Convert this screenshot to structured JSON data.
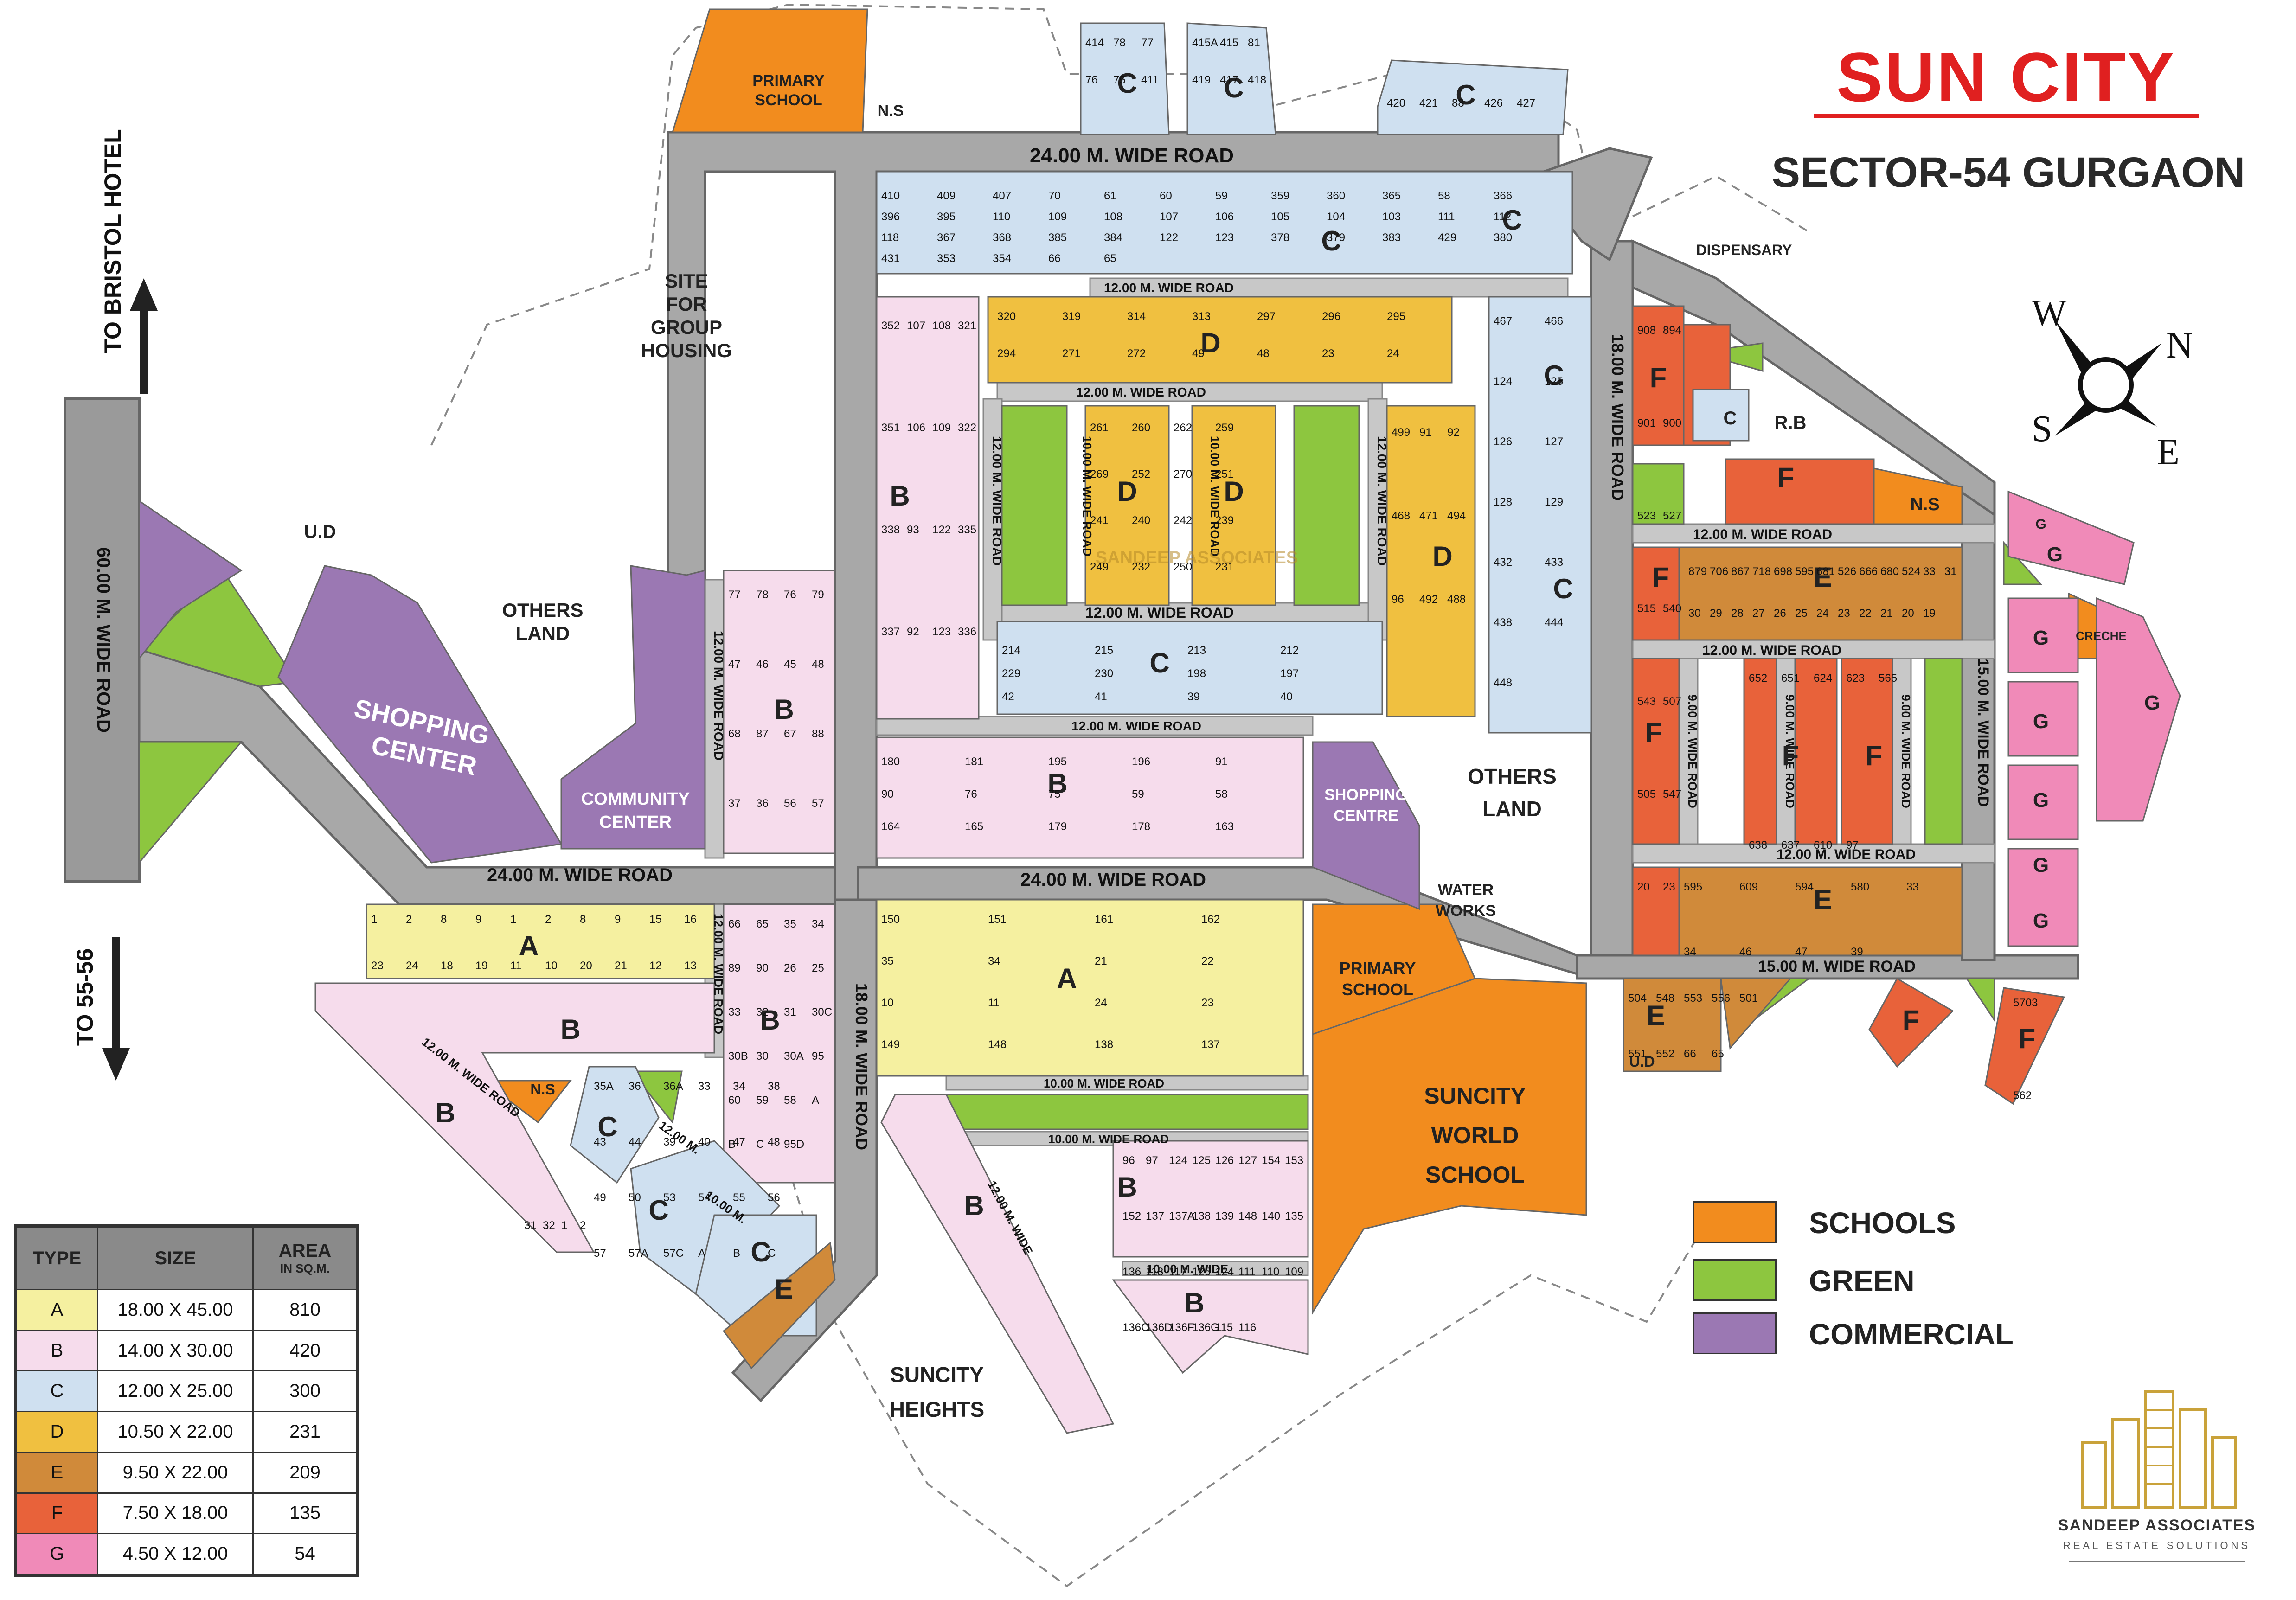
{
  "header": {
    "title": "SUN CITY",
    "subtitle": "SECTOR-54 GURGAON"
  },
  "colors": {
    "road": "#aaaaaa",
    "road_edge": "#6e6e6e",
    "school": "#f28c1e",
    "green": "#8dc63f",
    "commercial": "#9b78b3",
    "plot_A": "#f5f0a0",
    "plot_B": "#f6dcec",
    "plot_C": "#cfe0f0",
    "plot_D": "#f0c040",
    "plot_E": "#d08a3a",
    "plot_F": "#e8623a",
    "plot_G": "#f08ab8"
  },
  "compass": {
    "w": "W",
    "n": "N",
    "s": "S",
    "e": "E"
  },
  "roads": {
    "r60": "60.00 M. WIDE ROAD",
    "r24_top": "24.00 M. WIDE ROAD",
    "r24_mid_left": "24.00 M. WIDE ROAD",
    "r24_mid_right": "24.00 M. WIDE ROAD",
    "r18_right": "18.00 M. WIDE ROAD",
    "r18_left": "18.00 M. WIDE ROAD",
    "r15_bottom": "15.00 M. WIDE ROAD",
    "r15_right": "15.00 M. WIDE ROAD",
    "r12_labels": [
      "12.00 M. WIDE ROAD",
      "12.00 M. WIDE ROAD",
      "12.00 M. WIDE ROAD",
      "12.00 M. WIDE ROAD",
      "12.00 M. WIDE ROAD",
      "12.00 M. WIDE ROAD",
      "12.00 M. WIDE ROAD",
      "12.00 M. WIDE ROAD",
      "12.00 M. WIDE ROAD",
      "12.00 M. WIDE ROAD",
      "12.00 M. WIDE ROAD"
    ],
    "r12_short": "12.00 M.",
    "r12_wide": "12.00 M. WIDE",
    "r10_labels": [
      "10.00 M. WIDE ROAD",
      "10.00 M. WIDE ROAD",
      "10.00 M. WIDE ROAD",
      "10.00 M. WIDE ROAD"
    ],
    "r10_short": "10.00 M.",
    "r10_wide": "10.00 M. WIDE",
    "r9_labels": [
      "9.00 M. WIDE ROAD",
      "9.00 M. WIDE ROAD",
      "9.00 M. WIDE ROAD"
    ]
  },
  "directions": {
    "to_bristol": "TO BRISTOL HOTEL",
    "to_55_56": "TO 55-56"
  },
  "areas": {
    "site_group": "SITE FOR GROUP HOUSING",
    "ud_top": "U.D",
    "others_land_left": "OTHERS LAND",
    "others_land_right": "OTHERS LAND",
    "shopping_center": "SHOPPING CENTER",
    "community_center": "COMMUNITY CENTER",
    "shopping_centre": "SHOPPING CENTRE",
    "water_works": "WATER WORKS",
    "primary_school_top": "PRIMARY SCHOOL",
    "ns_top": "N.S",
    "primary_school_mid": "PRIMARY SCHOOL",
    "suncity_world_school": "SUNCITY WORLD SCHOOL",
    "suncity_heights": "SUNCITY HEIGHTS",
    "dispensary": "DISPENSARY",
    "rb": "R.B",
    "ns_right": "N.S",
    "creche": "CRECHE",
    "ns_left": "N.S",
    "ud_bottom": "U.D",
    "watermark": "SANDEEP ASSOCIATES"
  },
  "block_letters": {
    "c_top1": "C",
    "c_top2": "C",
    "c_top3": "C",
    "c_row": "C",
    "c_right_top": "C",
    "c_right": "C",
    "c_right2": "C",
    "b_left": "B",
    "b_mid": "B",
    "b_center": "B",
    "d_top": "D",
    "d_mid1": "D",
    "d_mid2": "D",
    "d_right": "D",
    "c_center": "C",
    "f_1": "F",
    "c_small": "C",
    "f_2": "F",
    "f_3": "F",
    "e_1": "E",
    "f_4": "F",
    "f_5": "F",
    "f_6": "F",
    "e_2": "E",
    "g_letters": [
      "G",
      "G",
      "G",
      "G",
      "G",
      "G",
      "G",
      "G"
    ],
    "a_left": "A",
    "a_right": "A",
    "b_lower1": "B",
    "b_lower2": "B",
    "b_lower3": "B",
    "b_lower4": "B",
    "b_lower5": "B",
    "b_lower6": "B",
    "c_lower1": "C",
    "c_lower2": "C",
    "c_lower3": "C",
    "e_lower": "E",
    "e_bottom": "E",
    "f_bottom1": "F",
    "f_bottom2": "F"
  },
  "plot_numbers": {
    "top_c1": [
      "414",
      "78",
      "77",
      "76",
      "75",
      "411"
    ],
    "top_c2": [
      "415A",
      "415",
      "81",
      "419",
      "417",
      "418"
    ],
    "top_c3": [
      "420",
      "421",
      "88",
      "426",
      "427"
    ],
    "row_top": [
      "410",
      "409",
      "407",
      "70",
      "61",
      "60",
      "59",
      "359",
      "360",
      "365",
      "58",
      "366",
      "396",
      "395",
      "110",
      "109",
      "108",
      "107",
      "106",
      "105",
      "104",
      "103",
      "111",
      "112",
      "118",
      "367",
      "368",
      "385",
      "384",
      "122",
      "123",
      "378",
      "379",
      "383",
      "429",
      "380",
      "431",
      "353",
      "354",
      "66",
      "65"
    ],
    "b_col": [
      "352",
      "107",
      "108",
      "321",
      "351",
      "106",
      "109",
      "322",
      "338",
      "93",
      "122",
      "335",
      "337",
      "92",
      "123",
      "336"
    ],
    "d_top": [
      "320",
      "319",
      "314",
      "313",
      "297",
      "296",
      "295",
      "294",
      "271",
      "272",
      "49",
      "48",
      "23",
      "24"
    ],
    "d_mid": [
      "261",
      "260",
      "262",
      "259",
      "269",
      "252",
      "270",
      "251",
      "241",
      "240",
      "242",
      "239",
      "249",
      "232",
      "250",
      "231"
    ],
    "d_right": [
      "499",
      "91",
      "92",
      "468",
      "471",
      "494",
      "96",
      "492",
      "488"
    ],
    "c_row_mid": [
      "214",
      "215",
      "213",
      "212",
      "229",
      "230",
      "198",
      "197",
      "42",
      "41",
      "39",
      "40"
    ],
    "c_right": [
      "467",
      "466",
      "124",
      "125",
      "126",
      "127",
      "128",
      "129",
      "432",
      "433",
      "438",
      "444",
      "448"
    ],
    "b_right_col": [
      "77",
      "78",
      "76",
      "79",
      "47",
      "46",
      "45",
      "48",
      "68",
      "87",
      "67",
      "88",
      "37",
      "36",
      "56",
      "57"
    ],
    "b_center": [
      "180",
      "181",
      "195",
      "196",
      "91",
      "90",
      "76",
      "75",
      "59",
      "58",
      "164",
      "165",
      "179",
      "178",
      "163"
    ],
    "f_col": [
      "908",
      "894",
      "901",
      "900",
      "523",
      "527",
      "515",
      "540",
      "543",
      "507",
      "505",
      "547",
      "20",
      "23"
    ],
    "f_row": [
      "879",
      "706",
      "867",
      "718",
      "698",
      "595",
      "681",
      "526",
      "666",
      "680",
      "524",
      "33",
      "31",
      "30",
      "29",
      "28",
      "27",
      "26",
      "25",
      "24",
      "23",
      "22",
      "21",
      "20",
      "19"
    ],
    "f_grid": [
      "652",
      "651",
      "624",
      "623",
      "565",
      "638",
      "637",
      "610",
      "97"
    ],
    "e_bottom": [
      "595",
      "609",
      "594",
      "580",
      "33",
      "34",
      "46",
      "47",
      "39"
    ],
    "a_left": [
      "1",
      "2",
      "8",
      "9",
      "1",
      "2",
      "8",
      "9",
      "15",
      "16",
      "23",
      "24",
      "18",
      "19",
      "11",
      "10",
      "20",
      "21",
      "12",
      "13"
    ],
    "a_right": [
      "150",
      "151",
      "161",
      "162",
      "35",
      "34",
      "21",
      "22",
      "10",
      "11",
      "24",
      "23",
      "149",
      "148",
      "138",
      "137"
    ],
    "b_lower_left": [
      "66",
      "65",
      "35",
      "34",
      "89",
      "90",
      "26",
      "25",
      "33",
      "32",
      "31",
      "30C",
      "30B",
      "30",
      "30A",
      "95",
      "60",
      "59",
      "58",
      "A",
      "B",
      "C",
      "95D"
    ],
    "b_lower_mid": [
      "96",
      "97",
      "124",
      "125",
      "126",
      "127",
      "154",
      "153",
      "152",
      "137",
      "137A",
      "138",
      "139",
      "148",
      "140",
      "135",
      "136",
      "118",
      "117",
      "125",
      "124",
      "111",
      "110",
      "109",
      "136C",
      "136D",
      "136F",
      "136G",
      "115",
      "116"
    ],
    "b_lower_left2": [
      "31",
      "32",
      "1",
      "2"
    ],
    "c_lower": [
      "35A",
      "36",
      "36A",
      "33",
      "34",
      "38",
      "43",
      "44",
      "39",
      "40",
      "47",
      "48",
      "49",
      "50",
      "53",
      "54",
      "55",
      "56",
      "57",
      "57A",
      "57C",
      "A",
      "B",
      "C"
    ],
    "e_lower": [
      "504",
      "548",
      "553",
      "556",
      "501",
      "551",
      "552",
      "66",
      "65"
    ],
    "g_lower": [
      "5703",
      "562"
    ]
  },
  "legend": {
    "schools": "SCHOOLS",
    "green": "GREEN",
    "commercial": "COMMERCIAL"
  },
  "type_table": {
    "headers": {
      "type": "TYPE",
      "size": "SIZE",
      "area": "AREA",
      "area_sub": "IN SQ.M."
    },
    "rows": [
      {
        "type": "A",
        "size": "18.00 X 45.00",
        "area": "810",
        "color": "#f5f0a0"
      },
      {
        "type": "B",
        "size": "14.00 X 30.00",
        "area": "420",
        "color": "#f6dcec"
      },
      {
        "type": "C",
        "size": "12.00 X 25.00",
        "area": "300",
        "color": "#cfe0f0"
      },
      {
        "type": "D",
        "size": "10.50 X 22.00",
        "area": "231",
        "color": "#f0c040"
      },
      {
        "type": "E",
        "size": "9.50 X 22.00",
        "area": "209",
        "color": "#d08a3a"
      },
      {
        "type": "F",
        "size": "7.50 X 18.00",
        "area": "135",
        "color": "#e8623a"
      },
      {
        "type": "G",
        "size": "4.50 X 12.00",
        "area": "54",
        "color": "#f08ab8"
      }
    ]
  },
  "logo": {
    "name": "SANDEEP ASSOCIATES",
    "tagline": "REAL ESTATE SOLUTIONS"
  }
}
